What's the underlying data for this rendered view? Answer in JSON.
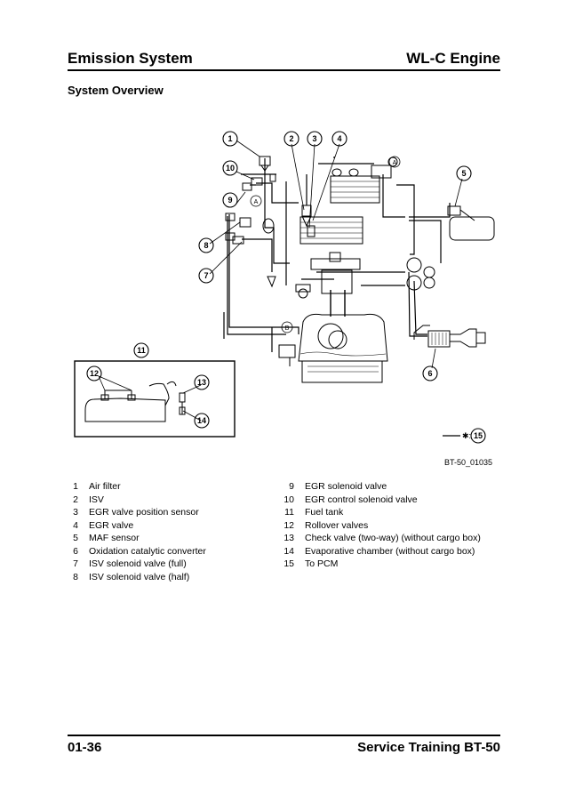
{
  "header": {
    "title_left": "Emission System",
    "title_right": "WL-C Engine"
  },
  "section_title": "System Overview",
  "figure": {
    "id": "BT-50_01035",
    "callouts": [
      "1",
      "2",
      "3",
      "4",
      "5",
      "6",
      "7",
      "8",
      "9",
      "10",
      "11",
      "12",
      "13",
      "14",
      "15"
    ],
    "marker_a": "A",
    "marker_b": "B",
    "pcm_symbol": "✱:"
  },
  "legend_left": [
    {
      "num": "1",
      "label": "Air filter"
    },
    {
      "num": "2",
      "label": "ISV"
    },
    {
      "num": "3",
      "label": "EGR valve position sensor"
    },
    {
      "num": "4",
      "label": "EGR valve"
    },
    {
      "num": "5",
      "label": "MAF sensor"
    },
    {
      "num": "6",
      "label": "Oxidation catalytic converter"
    },
    {
      "num": "7",
      "label": "ISV solenoid valve (full)"
    },
    {
      "num": "8",
      "label": "ISV solenoid valve (half)"
    }
  ],
  "legend_right": [
    {
      "num": "9",
      "label": "EGR solenoid valve"
    },
    {
      "num": "10",
      "label": "EGR control solenoid valve"
    },
    {
      "num": "11",
      "label": "Fuel tank"
    },
    {
      "num": "12",
      "label": "Rollover valves"
    },
    {
      "num": "13",
      "label": "Check valve (two-way) (without cargo box)"
    },
    {
      "num": "14",
      "label": "Evaporative chamber (without cargo box)"
    },
    {
      "num": "15",
      "label": "To PCM"
    }
  ],
  "footer": {
    "page_number": "01-36",
    "publication": "Service Training BT-50"
  }
}
